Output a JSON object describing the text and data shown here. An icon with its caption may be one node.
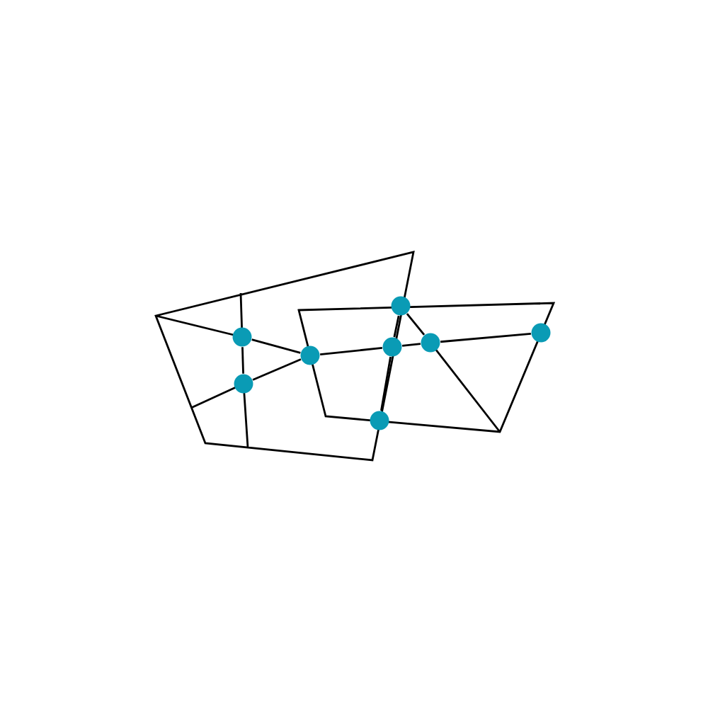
{
  "diagram": {
    "nodes": [
      {
        "text": [],
        "shape": "circle"
      },
      {
        "text": [],
        "shape": "circle"
      },
      {
        "text": [],
        "shape": "circle"
      },
      {
        "text": [],
        "shape": "circle"
      },
      {
        "text": [],
        "shape": "circle"
      },
      {
        "text": [],
        "shape": "circle"
      },
      {
        "text": [],
        "shape": "circle"
      },
      {
        "text": [],
        "shape": "circle"
      }
    ],
    "edges": [
      {
        "from": 0,
        "to": 1,
        "arrow": "none"
      },
      {
        "from": 0,
        "to": 2,
        "arrow": "none"
      },
      {
        "from": 1,
        "to": 2,
        "arrow": "none"
      },
      {
        "from": 2,
        "to": 4,
        "arrow": "none"
      },
      {
        "from": 4,
        "to": 5,
        "arrow": "none"
      },
      {
        "from": 5,
        "to": 6,
        "arrow": "none"
      },
      {
        "from": 3,
        "to": 4,
        "arrow": "none"
      },
      {
        "from": 4,
        "to": 7,
        "arrow": "none"
      },
      {
        "from": 3,
        "to": 5,
        "arrow": "none"
      }
    ]
  }
}
